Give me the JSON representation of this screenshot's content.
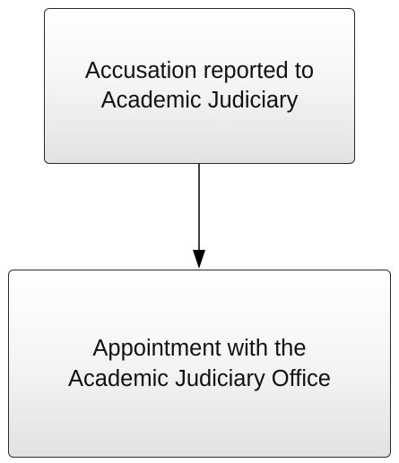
{
  "nodes": [
    {
      "id": "accusation",
      "lines": [
        "Accusation reported to",
        "Academic Judiciary"
      ]
    },
    {
      "id": "appointment",
      "lines": [
        "Appointment with the",
        "Academic Judiciary Office"
      ]
    }
  ],
  "edges": [
    {
      "from": "accusation",
      "to": "appointment"
    }
  ],
  "colors": {
    "border": "#2a2a2a",
    "text": "#111111",
    "gradient_top": "#ffffff",
    "gradient_bottom": "#e2e2e2",
    "arrow": "#000000"
  }
}
